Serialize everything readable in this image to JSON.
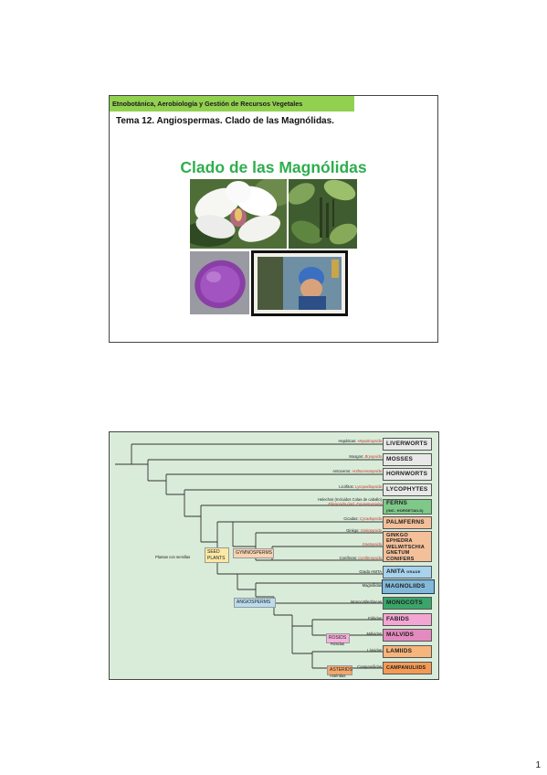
{
  "slide1": {
    "header": "Etnobotánica, Aerobiología y Gestión de Recursos Vegetales",
    "subtitle": "Tema 12. Angiospermas. Clado de las Magnólidas.",
    "title": "Clado de las Magnólidas"
  },
  "slide2": {
    "clades": [
      {
        "label": "LIVERWORTS",
        "color": "#e8e8e8"
      },
      {
        "label": "MOSSES",
        "color": "#e8e8e8"
      },
      {
        "label": "HORNWORTS",
        "color": "#e8e8e8"
      },
      {
        "label": "LYCOPHYTES",
        "color": "#e8e8e8"
      },
      {
        "label": "FERNS",
        "sub": "(INC. HORSETAILS)",
        "color": "#7ec98a"
      },
      {
        "label": "PALMFERNS",
        "color": "#f4c09a"
      },
      {
        "label": "GINKGO\nEPHEDRA\nWELWITSCHIA\nGNETUM\nCONIFERS",
        "color": "#f4c09a"
      },
      {
        "label": "ANITA",
        "sub": "GRADE",
        "color": "#a7d3ee"
      },
      {
        "label": "MAGNOLIIDS",
        "color": "#82b8d8"
      },
      {
        "label": "MONOCOTS",
        "color": "#3aa56a"
      },
      {
        "label": "FABIDS",
        "color": "#f3a6d3"
      },
      {
        "label": "MALVIDS",
        "color": "#e58ac0"
      },
      {
        "label": "LAMIIDS",
        "color": "#f6b57c"
      },
      {
        "label": "CAMPANULIIDS",
        "color": "#f39a55"
      }
    ],
    "labels": {
      "hepaticas": "Hepáticas:",
      "hepaticas_sci": "Hepaticopsida",
      "musgos": "Musgos:",
      "musgos_sci": "Bryopsida",
      "antoceros": "Antoceros:",
      "antoceros_sci": "Anthocerotopsida",
      "licofitos": "Licófitos:",
      "licofitos_sci": "Lycopodiopsida",
      "helechos": "Helechos (Incluidos Colas de caballo)",
      "helechos_sci": "Filicopsida (incl. Equisetopsida)",
      "cicadas": "Cicadas:",
      "cicadas_sci": "Cycadopsida",
      "ginkgo": "Ginkgo:",
      "ginkgo_sci": "Ginkgopsida",
      "gneto": "Gnetopsida",
      "coniferas": "Coníferas:",
      "coniferas_sci": "Coniferopsida",
      "grado_anita": "Grado ANITA",
      "magnolidas": "Magnólidas",
      "monocot": "Monocotiledóneas",
      "fabidas": "Fábidas",
      "malvidas": "Málvidas",
      "lamidas": "Lámidas",
      "campanulidas": "Campanúlidas",
      "plantas_semillas": "Plantas con semillas",
      "seed_plants": "SEED\nPLANTS",
      "gymnosperms": "GYMNOSPERMS",
      "angiosperms": "ANGIOSPERMS",
      "rosids": "ROSIDS",
      "rosidas": "Rósidas",
      "asterids": "ASTERIDS",
      "asteridas": "Astéridas"
    }
  },
  "page_number": "1"
}
